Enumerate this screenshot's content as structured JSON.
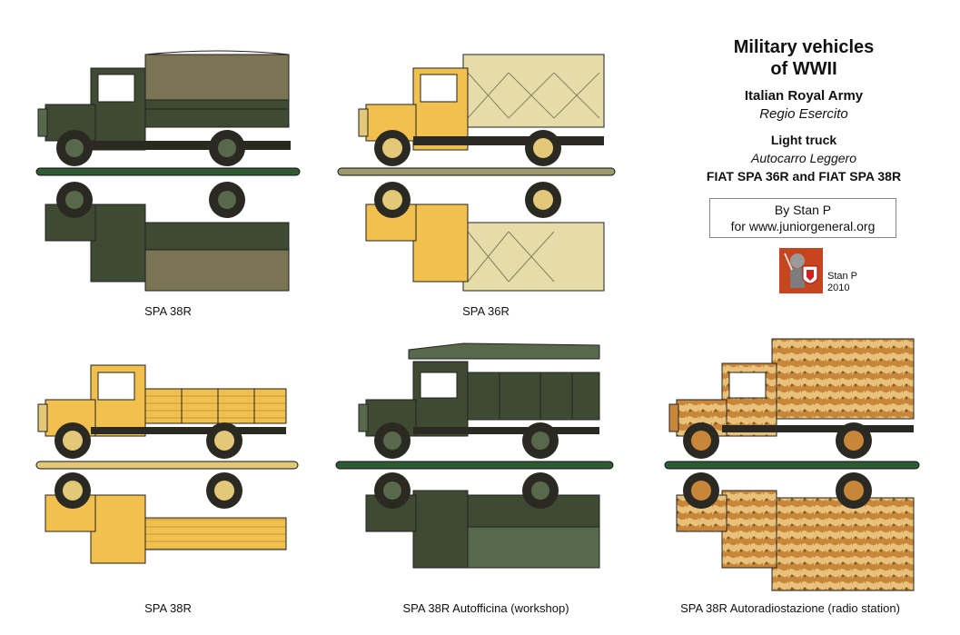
{
  "header": {
    "title_line1": "Military vehicles",
    "title_line2": "of WWII",
    "army": "Italian Royal Army",
    "army_it": "Regio Esercito",
    "type": "Light truck",
    "type_it": "Autocarro Leggero",
    "models": "FIAT SPA 36R and FIAT SPA 38R"
  },
  "credit": {
    "author": "By Stan P",
    "site": "for www.juniorgeneral.org",
    "logo_name": "Stan P",
    "logo_year": "2010"
  },
  "captions": [
    "SPA 38R",
    "SPA 36R",
    "SPA 38R",
    "SPA 38R Autofficina (workshop)",
    "SPA 38R Autoradiostazione (radio station)"
  ],
  "colors": {
    "olive": "#3f4a32",
    "olive_light": "#58684a",
    "canvas_brown": "#7a7455",
    "yellow": "#f2c04e",
    "sand_canvas": "#e6dcaa",
    "camo": "#c8863a",
    "camo_light": "#e8c27a",
    "base_green": "#2f5b33",
    "base_khaki": "#9c9a6a",
    "base_sand": "#e2c878",
    "wheel": "#2a2a22"
  }
}
